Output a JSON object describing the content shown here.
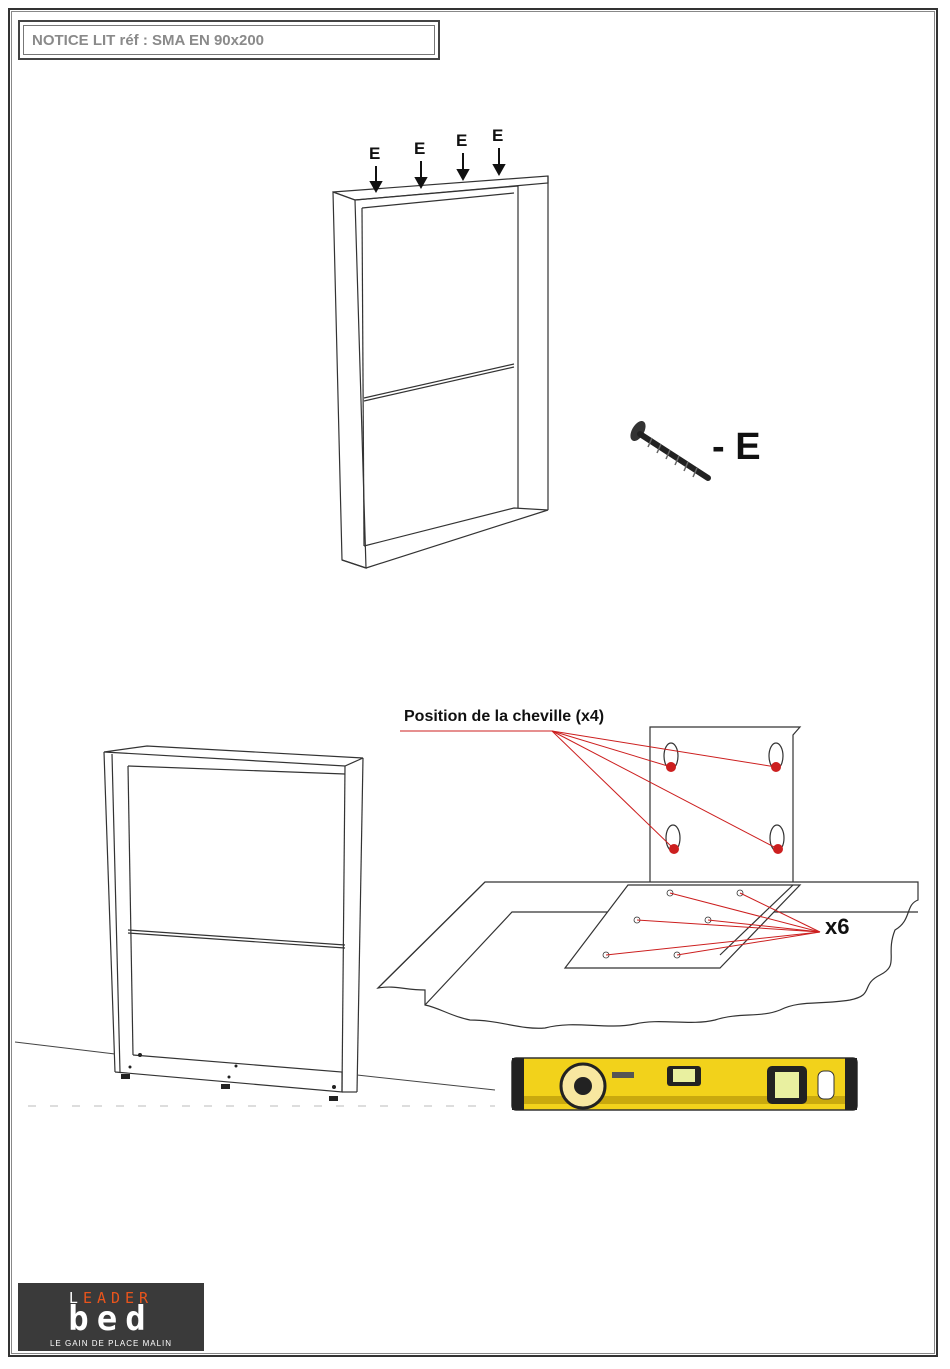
{
  "header": {
    "title": "NOTICE LIT réf :  SMA EN 90x200"
  },
  "step1": {
    "arrow_labels": [
      "E",
      "E",
      "E",
      "E"
    ],
    "screw_label": "- E"
  },
  "step2": {
    "cheville_label": "Position de la cheville (x4)",
    "screws_count_label": "x6"
  },
  "logo": {
    "top_prefix": "L",
    "top_accent": "EADER",
    "middle": "bed",
    "bottom": "LE GAIN DE PLACE MALIN"
  },
  "colors": {
    "accent_red": "#cc1f1f",
    "level_yellow": "#f2d21b",
    "logo_bg": "#3a3a3a",
    "logo_accent": "#e8541c"
  }
}
